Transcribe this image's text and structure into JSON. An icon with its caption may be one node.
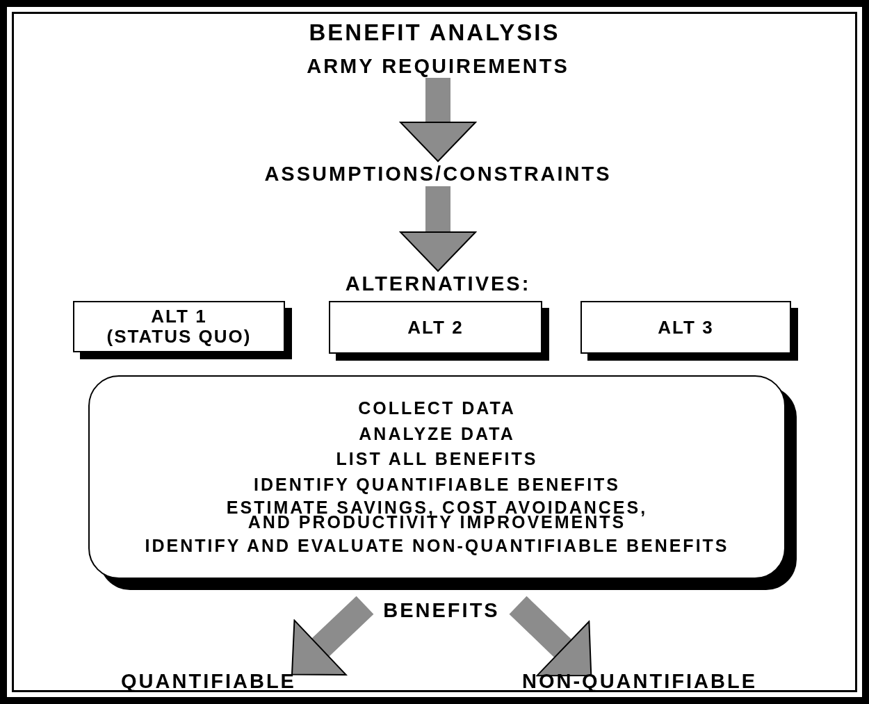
{
  "diagram": {
    "title": "BENEFIT ANALYSIS",
    "nodes": [
      {
        "text": [
          "ARMY REQUIREMENTS"
        ]
      },
      {
        "text": [
          "ASSUMPTIONS/CONSTRAINTS"
        ]
      },
      {
        "text": [
          "ALTERNATIVES:"
        ]
      },
      {
        "text": [
          "ALT 1 (STATUS QUO)"
        ]
      },
      {
        "text": [
          "ALT 2"
        ]
      },
      {
        "text": [
          "ALT 3"
        ]
      },
      {
        "text": [
          "COLLECT DATA",
          "ANALYZE DATA",
          "LIST ALL BENEFITS",
          "IDENTIFY QUANTIFIABLE BENEFITS",
          "ESTIMATE SAVINGS, COST AVOIDANCES, AND PRODUCTIVITY IMPROVEMENTS",
          "IDENTIFY AND EVALUATE NON-QUANTIFIABLE BENEFITS"
        ]
      },
      {
        "text": [
          "BENEFITS"
        ]
      },
      {
        "text": [
          "QUANTIFIABLE"
        ]
      },
      {
        "text": [
          "NON-QUANTIFIABLE"
        ]
      }
    ],
    "edges": [
      {
        "from": 0,
        "to": 1,
        "arrow": "to"
      },
      {
        "from": 1,
        "to": 2,
        "arrow": "to"
      },
      {
        "from": 7,
        "to": 8,
        "arrow": "to"
      },
      {
        "from": 7,
        "to": 9,
        "arrow": "to"
      }
    ]
  }
}
